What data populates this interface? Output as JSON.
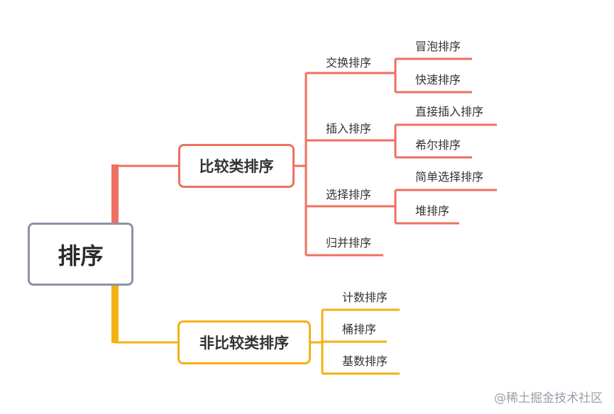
{
  "root": {
    "label": "排序"
  },
  "comparison": {
    "label": "比较类排序",
    "color": "#ee7060",
    "groups": [
      {
        "label": "交换排序",
        "children": [
          "冒泡排序",
          "快速排序"
        ]
      },
      {
        "label": "插入排序",
        "children": [
          "直接插入排序",
          "希尔排序"
        ]
      },
      {
        "label": "选择排序",
        "children": [
          "简单选择排序",
          "堆排序"
        ]
      },
      {
        "label": "归并排序",
        "children": []
      }
    ]
  },
  "non_comparison": {
    "label": "非比较类排序",
    "color": "#f5b015",
    "children": [
      "计数排序",
      "桶排序",
      "基数排序"
    ]
  },
  "root_color": "#8a93a6",
  "watermark": "@稀土掘金技术社区"
}
